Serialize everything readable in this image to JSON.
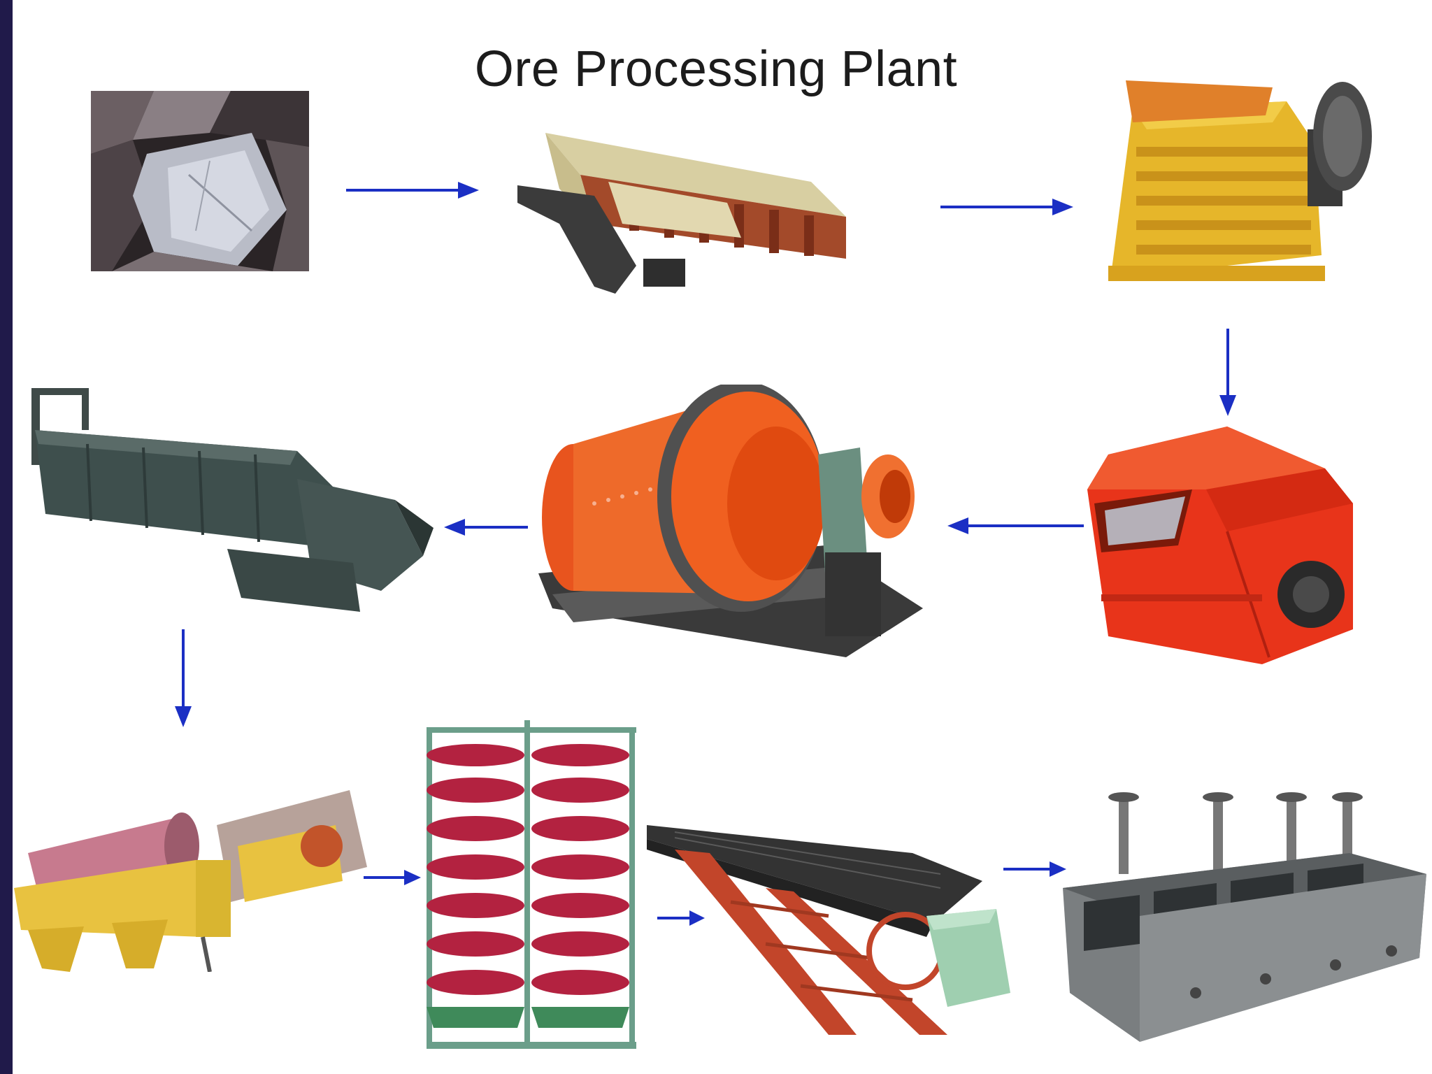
{
  "title": "Ore Processing Plant",
  "colors": {
    "arrow": "#1b2fc4",
    "background": "#ffffff",
    "border": "#201a4a"
  },
  "stages": [
    {
      "id": "raw-ore",
      "icon": "raw-ore-icon"
    },
    {
      "id": "vibrating-feeder",
      "icon": "vibrating-feeder-icon"
    },
    {
      "id": "jaw-crusher",
      "icon": "jaw-crusher-icon"
    },
    {
      "id": "impact-crusher",
      "icon": "impact-crusher-icon"
    },
    {
      "id": "ball-mill",
      "icon": "ball-mill-icon"
    },
    {
      "id": "spiral-classifier",
      "icon": "spiral-classifier-icon"
    },
    {
      "id": "drum-separator",
      "icon": "drum-separator-icon"
    },
    {
      "id": "spiral-chute",
      "icon": "spiral-chute-icon"
    },
    {
      "id": "shaking-table",
      "icon": "shaking-table-icon"
    },
    {
      "id": "flotation-machine",
      "icon": "flotation-machine-icon"
    }
  ],
  "flow": [
    [
      "raw-ore",
      "vibrating-feeder"
    ],
    [
      "vibrating-feeder",
      "jaw-crusher"
    ],
    [
      "jaw-crusher",
      "impact-crusher"
    ],
    [
      "impact-crusher",
      "ball-mill"
    ],
    [
      "ball-mill",
      "spiral-classifier"
    ],
    [
      "spiral-classifier",
      "drum-separator"
    ],
    [
      "drum-separator",
      "spiral-chute"
    ],
    [
      "spiral-chute",
      "shaking-table"
    ],
    [
      "shaking-table",
      "flotation-machine"
    ]
  ]
}
